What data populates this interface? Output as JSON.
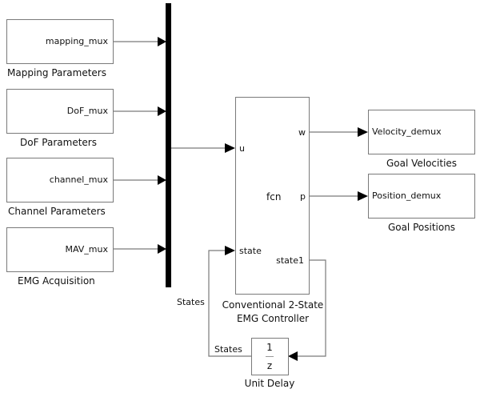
{
  "diagram": {
    "mux": {
      "label": "States"
    },
    "sources": [
      {
        "block_label": "mapping_mux",
        "caption": "Mapping Parameters"
      },
      {
        "block_label": "DoF_mux",
        "caption": "DoF Parameters"
      },
      {
        "block_label": "channel_mux",
        "caption": "Channel Parameters"
      },
      {
        "block_label": "MAV_mux",
        "caption": "EMG Acquisition"
      }
    ],
    "controller": {
      "function_name": "fcn",
      "inputs": [
        "u",
        "state"
      ],
      "outputs": [
        "w",
        "p",
        "state1"
      ],
      "caption_line1": "Conventional 2-State",
      "caption_line2": "EMG Controller"
    },
    "sinks": [
      {
        "block_label": "Velocity_demux",
        "caption": "Goal Velocities"
      },
      {
        "block_label": "Position_demux",
        "caption": "Goal Positions"
      }
    ],
    "unit_delay": {
      "numerator": "1",
      "denominator": "z",
      "caption": "Unit Delay",
      "output_signal_label": "States"
    }
  }
}
